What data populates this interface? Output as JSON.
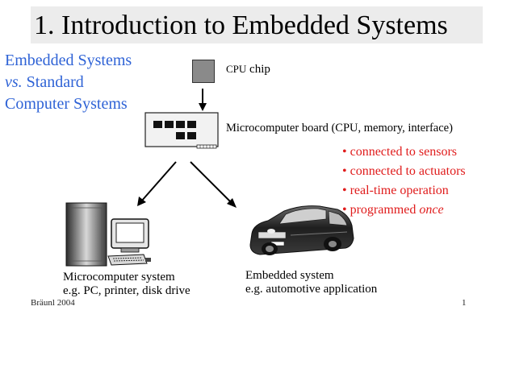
{
  "slide": {
    "title": "1. Introduction to Embedded Systems",
    "subtitle": {
      "line1": "Embedded Systems",
      "line2_vs": "vs.",
      "line2_rest": " Standard",
      "line3": "Computer Systems"
    },
    "cpu_label": {
      "small": "CPU",
      "rest": " chip"
    },
    "board_label": "Microcomputer board (CPU, memory, interface)",
    "bullets": [
      {
        "text": "• connected to sensors"
      },
      {
        "text": "• connected to actuators"
      },
      {
        "text": "• real-time operation"
      },
      {
        "text_prefix": "• programmed ",
        "text_emph": "once"
      }
    ],
    "micro_caption": {
      "line1": "Microcomputer system",
      "line2": "e.g. PC, printer, disk drive"
    },
    "embedded_caption": {
      "line1": "Embedded system",
      "line2": "e.g. automotive application"
    },
    "footer_left": "Bräunl 2004",
    "page_number": "1"
  }
}
